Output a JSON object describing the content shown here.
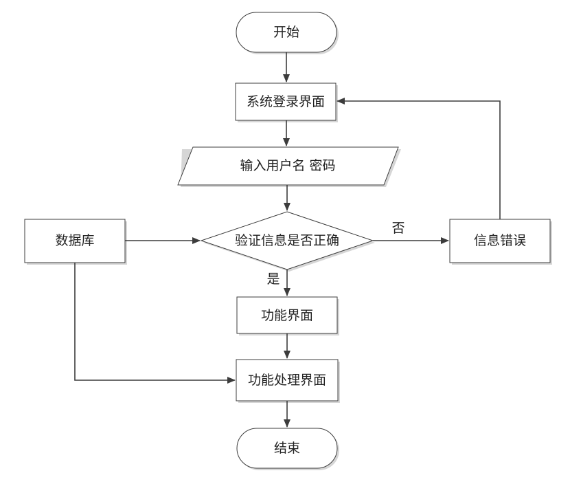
{
  "nodes": {
    "start": "开始",
    "login": "系统登录界面",
    "input": "输入用户名 密码",
    "database": "数据库",
    "verify": "验证信息是否正确",
    "error": "信息错误",
    "function": "功能界面",
    "process": "功能处理界面",
    "end": "结束"
  },
  "edges": {
    "no": "否",
    "yes": "是"
  },
  "colors": {
    "stroke": "#3c3c3c",
    "fill": "#ffffff",
    "shadow": "#d0d0d0"
  }
}
